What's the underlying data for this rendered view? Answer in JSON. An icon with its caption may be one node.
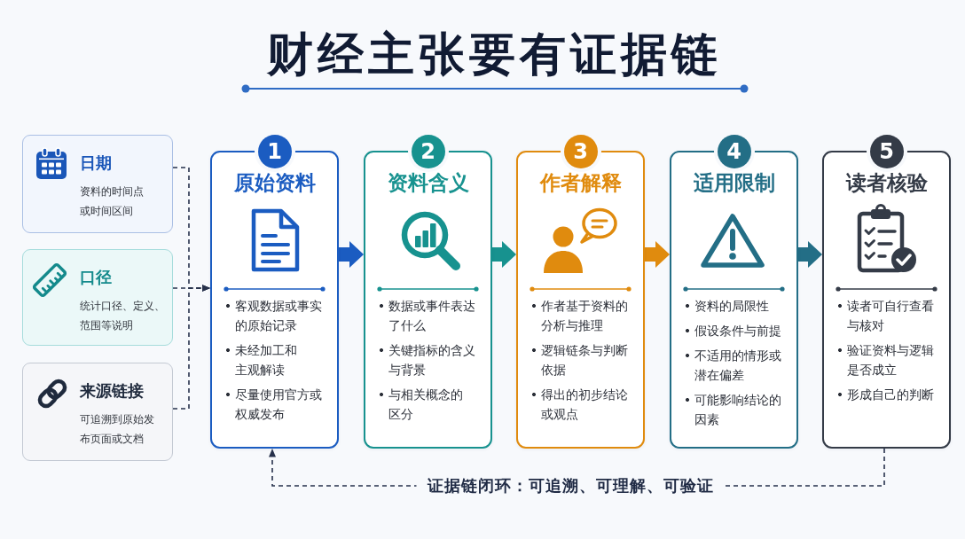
{
  "diagram": {
    "title": "财经主张要有证据链",
    "nodes": [
      {
        "text": [
          "日期",
          "资料的时间点或时间区间"
        ]
      },
      {
        "text": [
          "口径",
          "统计口径、定义、范围等说明"
        ]
      },
      {
        "text": [
          "来源链接",
          "可追溯到原始发布页面或文档"
        ]
      },
      {
        "text": [
          "1",
          "原始资料",
          "客观数据或事实的原始记录",
          "未经加工和主观解读",
          "尽量使用官方或权威发布"
        ]
      },
      {
        "text": [
          "2",
          "资料含义",
          "数据或事件表达了什么",
          "关键指标的含义与背景",
          "与相关概念的区分"
        ]
      },
      {
        "text": [
          "3",
          "作者解释",
          "作者基于资料的分析与推理",
          "逻辑链条与判断依据",
          "得出的初步结论或观点"
        ]
      },
      {
        "text": [
          "4",
          "适用限制",
          "资料的局限性",
          "假设条件与前提",
          "不适用的情形或潜在偏差",
          "可能影响结论的因素"
        ]
      },
      {
        "text": [
          "5",
          "读者核验",
          "读者可自行查看与核对",
          "验证资料与逻辑是否成立",
          "形成自己的判断"
        ]
      }
    ],
    "edges": [
      {
        "from": 0,
        "to": 3,
        "arrow": "to",
        "style": "dashed"
      },
      {
        "from": 1,
        "to": 3,
        "arrow": "to",
        "style": "dashed"
      },
      {
        "from": 2,
        "to": 3,
        "arrow": "to",
        "style": "dashed"
      },
      {
        "from": 3,
        "to": 4,
        "arrow": "to",
        "style": "thick",
        "color": "#1b5cc1"
      },
      {
        "from": 4,
        "to": 5,
        "arrow": "to",
        "style": "thick",
        "color": "#17928f"
      },
      {
        "from": 5,
        "to": 6,
        "arrow": "to",
        "style": "thick",
        "color": "#e08b0e"
      },
      {
        "from": 6,
        "to": 7,
        "arrow": "to",
        "style": "thick",
        "color": "#236e86"
      },
      {
        "from": 7,
        "to": 3,
        "arrow": "to",
        "style": "dashed",
        "label": "证据链闭环：可追溯、可理解、可验证"
      }
    ]
  }
}
